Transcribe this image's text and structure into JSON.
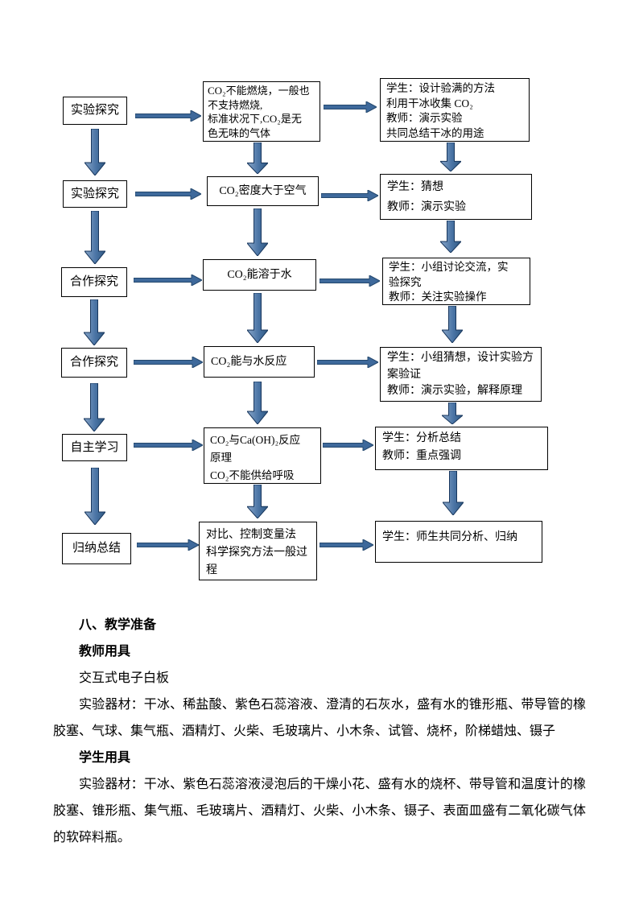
{
  "flowchart": {
    "rows": [
      {
        "stage": "实验探究",
        "content": "CO₂不能燃烧，一般也\n不支持燃烧,\n标准状况下,CO₂是无\n色无味的气体",
        "activity": "学生：设计验满的方法\n利用干冰收集 CO₂\n教师：演示实验\n共同总结干冰的用途"
      },
      {
        "stage": "实验探究",
        "content": "CO₂密度大于空气",
        "activity": "学生：猜想\n教师：演示实验"
      },
      {
        "stage": "合作探究",
        "content": "CO₂能溶于水",
        "activity": "学生：小组讨论交流，实\n验探究\n教师：关注实验操作"
      },
      {
        "stage": "合作探究",
        "content": "CO₂能与水反应",
        "activity": "学生：小组猜想，设计实验方\n案验证\n教师：演示实验，解释原理"
      },
      {
        "stage": "自主学习",
        "content": "CO₂与Ca(OH)₂反应\n原理\nCO₂不能供给呼吸",
        "activity": "学生：分析总结\n教师：重点强调"
      },
      {
        "stage": "归纳总结",
        "content": "对比、控制变量法\n科学探究方法一般过\n程",
        "activity": "学生：师生共同分析、归纳"
      }
    ]
  },
  "prep_section": {
    "heading": "八、教学准备",
    "teacher_tools_label": "教师用具",
    "whiteboard": "交互式电子白板",
    "teacher_materials": "实验器材：干冰、稀盐酸、紫色石蕊溶液、澄清的石灰水，盛有水的锥形瓶、带导管的橡胶塞、气球、集气瓶、酒精灯、火柴、毛玻璃片、小木条、试管、烧杯，阶梯蜡烛、镊子",
    "student_tools_label": "学生用具",
    "student_materials": "实验器材：干冰、紫色石蕊溶液浸泡后的干燥小花、盛有水的烧杯、带导管和温度计的橡胶塞、锥形瓶、集气瓶、毛玻璃片、酒精灯、火柴、小木条、镊子、表面皿盛有二氧化碳气体的软碎料瓶。"
  },
  "colors": {
    "arrow_fill": "#3e699b",
    "arrow_stroke": "#24486e",
    "arrow_grad_light": "#8aa7c9",
    "arrow_grad_mid": "#4a74a5",
    "arrow_grad_dark": "#2f5880",
    "arrow_outline": "#17365d",
    "box_border": "#000000"
  }
}
